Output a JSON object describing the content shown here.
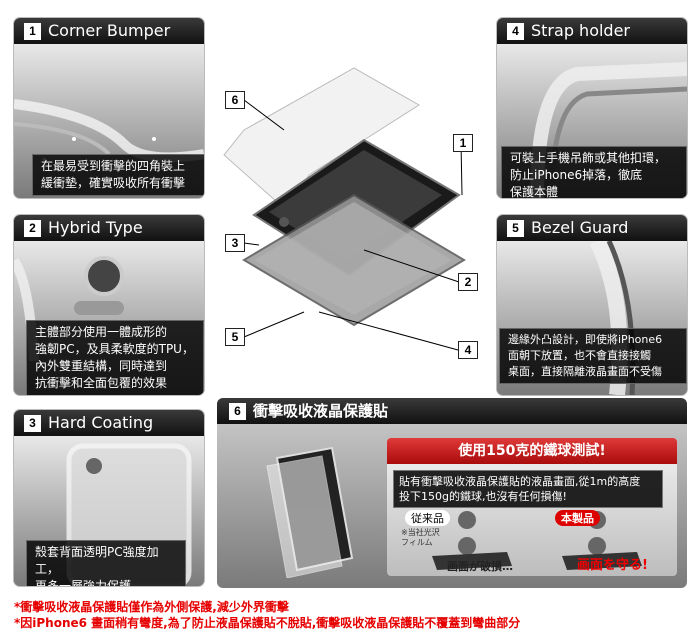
{
  "cards": [
    {
      "num": "1",
      "title": "Corner Bumper",
      "caption": "在最易受到衝擊的四角裝上\n緩衝墊，確實吸收所有衝擊"
    },
    {
      "num": "2",
      "title": "Hybrid Type",
      "caption": "主體部分使用一體成形的\n強韌PC，及具柔軟度的TPU，\n內外雙重結構，同時達到\n抗衝擊和全面包覆的效果"
    },
    {
      "num": "3",
      "title": "Hard Coating",
      "caption": "殼套背面透明PC強度加工，\n再多一層強力保護"
    },
    {
      "num": "4",
      "title": "Strap holder",
      "caption": "可裝上手機吊飾或其他扣環，\n防止iPhone6掉落，徹底\n保護本體"
    },
    {
      "num": "5",
      "title": "Bezel Guard",
      "caption": "邊緣外凸設計，即使將iPhone6\n面朝下放置，也不會直接接觸\n桌面，直接隔離液晶畫面不受傷"
    }
  ],
  "callouts": [
    "6",
    "1",
    "3",
    "2",
    "5",
    "4"
  ],
  "section6": {
    "num": "6",
    "title": "衝擊吸收液晶保護貼",
    "test_title": "使用150克的鐵球測試!",
    "test_desc": "貼有衝擊吸收液晶保護貼的液晶畫面,從1m的高度\n投下150g的鐵球,也沒有任何損傷!",
    "left_label": "従来品",
    "left_sub": "※当社光沢\nフィルム",
    "right_label": "本製品",
    "left_result": "画面が破損…",
    "right_result": "画面を守る!"
  },
  "footnotes": [
    "*衝擊吸收液晶保護貼僅作為外側保護,減少外界衝擊",
    "*因iPhone6 畫面稍有彎度,為了防止液晶保護貼不脫貼,衝擊吸收液晶保護貼不覆蓋到彎曲部分"
  ]
}
